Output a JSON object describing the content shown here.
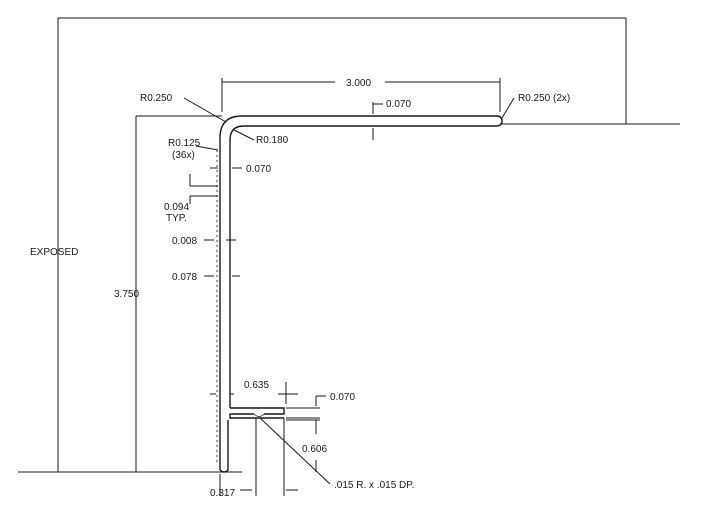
{
  "labels": {
    "exposed": "EXPOSED",
    "height": "3.750",
    "top_length": "3.000",
    "top_thickness": "0.070",
    "outer_radius": "R0.250",
    "inner_radius": "R0.180",
    "tip_radius": "R0.250 (2x)",
    "groove_radius": "R0.125",
    "groove_count": "(36x)",
    "wall_thickness": "0.070",
    "groove_pitch": "0.094",
    "groove_pitch_note": "TYP.",
    "groove_depth": "0.008",
    "wall_total": "0.078",
    "flange_length": "0.635",
    "flange_thickness": "0.070",
    "flange_gap": "0.606",
    "bottom_offset": "0.317",
    "notch_note": ".015 R. x .015 DP."
  }
}
